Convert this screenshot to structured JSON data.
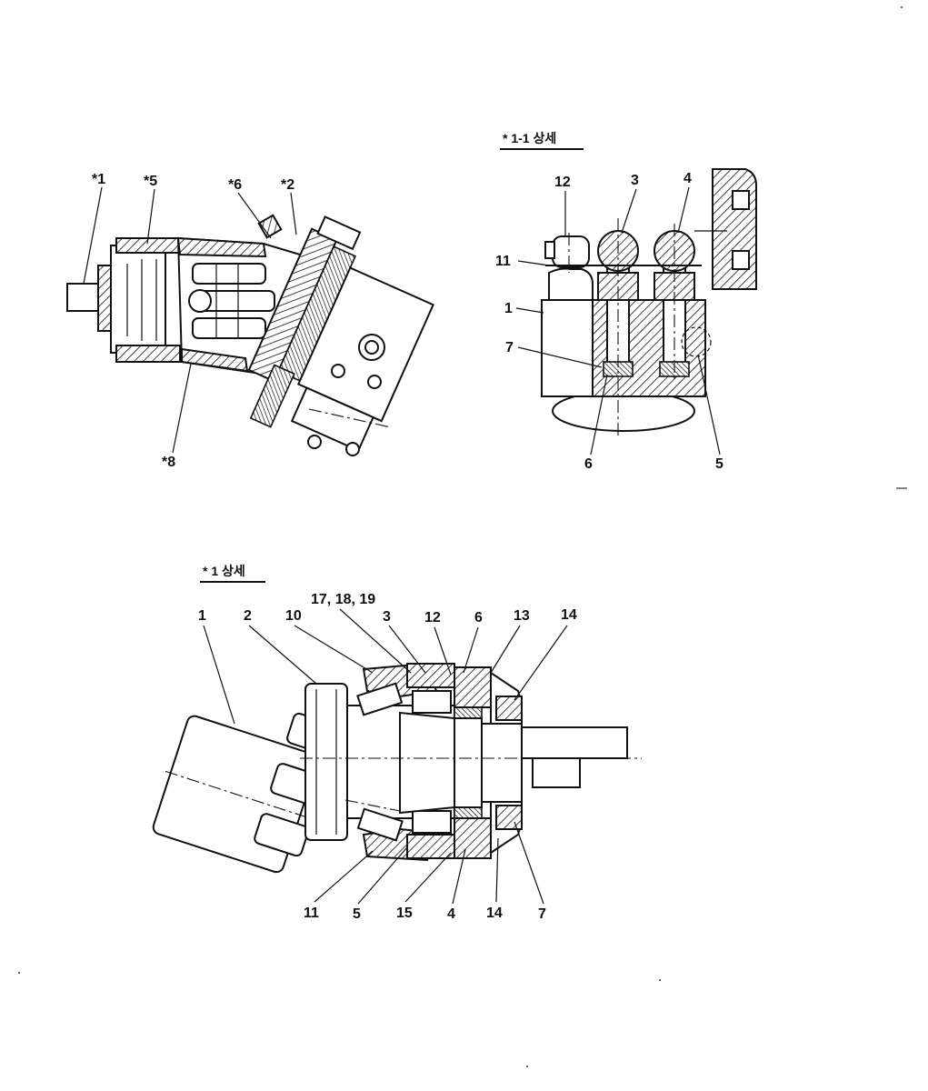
{
  "sheet": {
    "overview": {
      "callouts": [
        "*1",
        "*5",
        "*6",
        "*2",
        "*8"
      ]
    },
    "detail_1_1": {
      "title": "* 1-1 상세",
      "callouts": [
        "12",
        "3",
        "4",
        "11",
        "1",
        "7",
        "6",
        "5"
      ]
    },
    "detail_1": {
      "title": "* 1 상세",
      "callouts_top": [
        "1",
        "2",
        "17, 18, 19",
        "10",
        "3",
        "12",
        "6",
        "13",
        "14"
      ],
      "callouts_bottom": [
        "11",
        "5",
        "15",
        "4",
        "14",
        "7"
      ]
    }
  }
}
